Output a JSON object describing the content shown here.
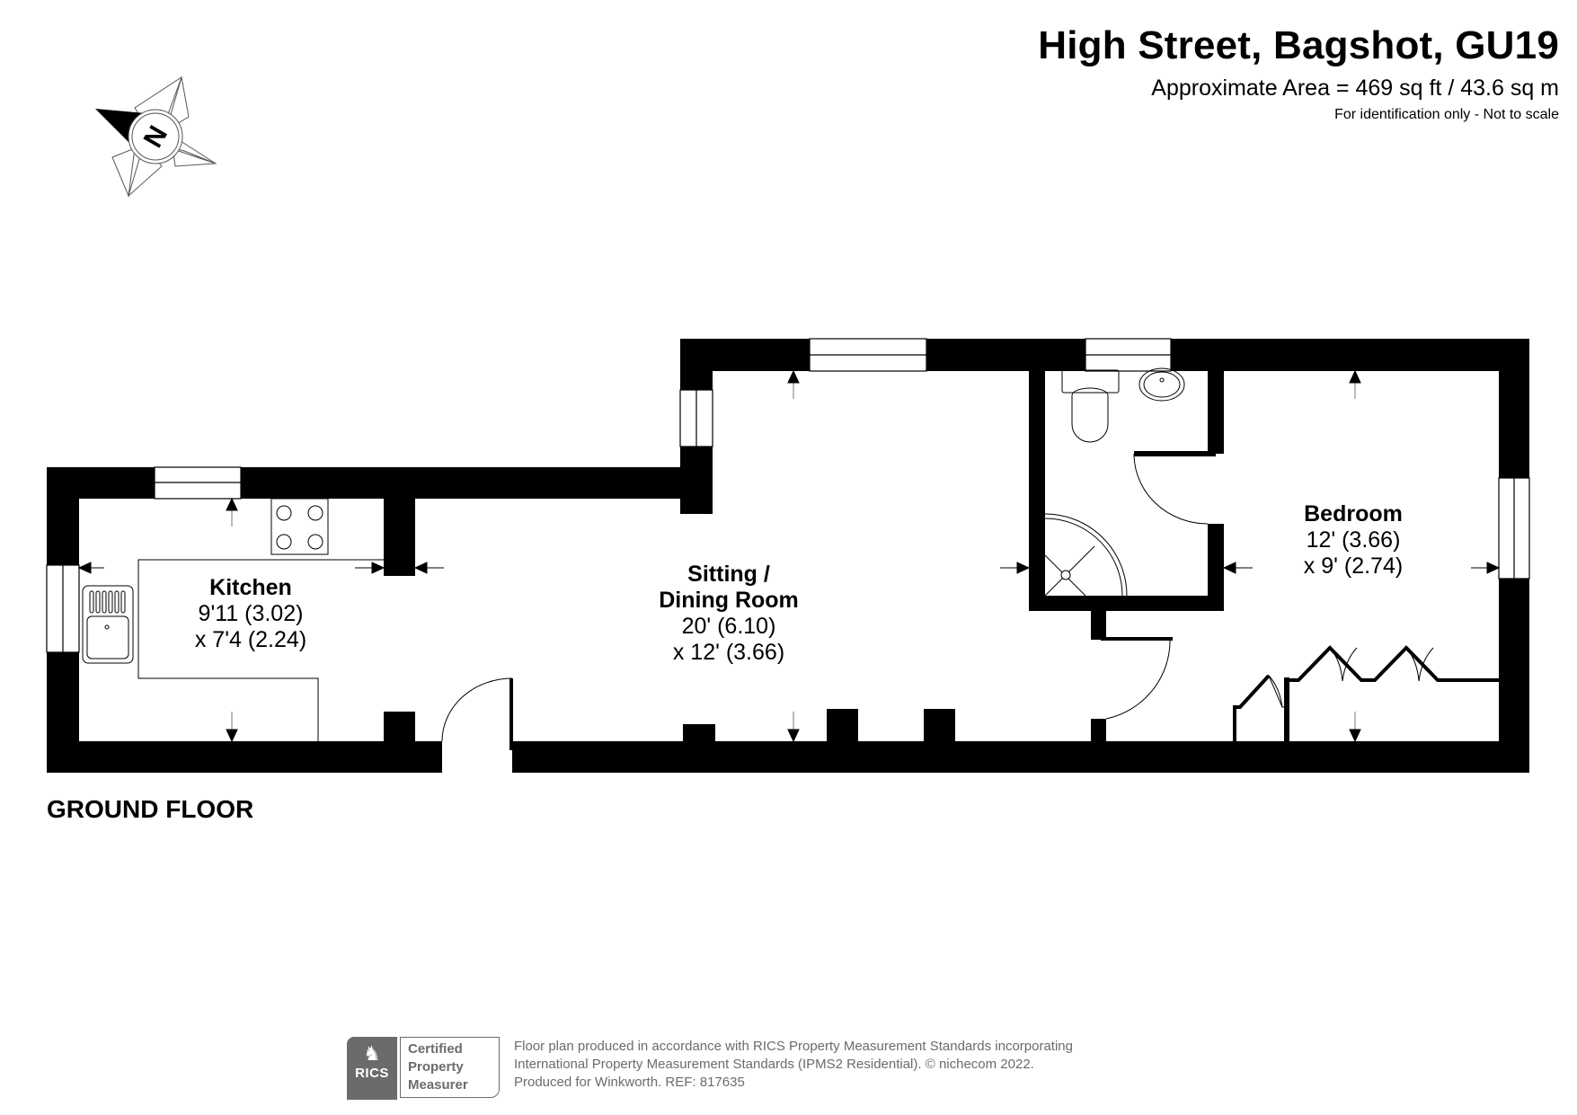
{
  "header": {
    "title": "High Street, Bagshot, GU19",
    "area": "Approximate Area = 469 sq ft / 43.6 sq m",
    "disclaimer": "For identification only - Not to scale"
  },
  "compass": {
    "icon": "north-arrow-compass-icon",
    "label": "N"
  },
  "floor_label": "GROUND FLOOR",
  "rooms": [
    {
      "name": "Kitchen",
      "dim1": "9'11 (3.02)",
      "dim2": "x 7'4 (2.24)"
    },
    {
      "name_line1": "Sitting /",
      "name_line2": "Dining Room",
      "dim1": "20' (6.10)",
      "dim2": "x 12' (3.66)"
    },
    {
      "name": "Bedroom",
      "dim1": "12' (3.66)",
      "dim2": "x 9' (2.74)"
    }
  ],
  "fixtures": [
    "kitchen-sink",
    "hob",
    "toilet",
    "wash-basin",
    "shower",
    "wardrobe"
  ],
  "colors": {
    "wall": "#000000",
    "footer_gray": "#6b6b6b",
    "background": "#ffffff"
  },
  "footer": {
    "badge": {
      "brand": "RICS",
      "line1": "Certified",
      "line2": "Property",
      "line3": "Measurer"
    },
    "line1": "Floor plan produced in accordance with RICS Property Measurement Standards incorporating",
    "line2": "International Property Measurement Standards (IPMS2 Residential).   © nichecom 2022.",
    "line3": "Produced for Winkworth.   REF: 817635"
  }
}
